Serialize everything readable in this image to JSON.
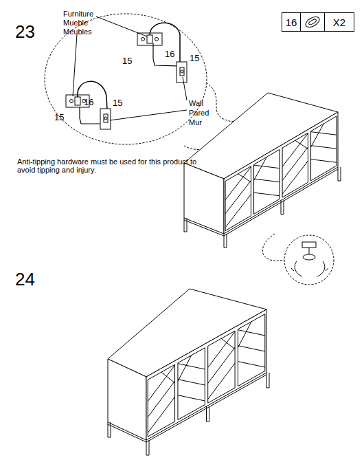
{
  "diagram": {
    "nodes": [
      {
        "text": [
          "16",
          "X2"
        ]
      }
    ],
    "labels": [
      "23",
      "Furniture",
      "Mueble",
      "Meubles",
      "15",
      "16",
      "15",
      "15",
      "16",
      "15",
      "Wall",
      "Pared",
      "Mur",
      "Anti-tipping hardware must be used for this product to avoid tipping and injury.",
      "24"
    ]
  }
}
